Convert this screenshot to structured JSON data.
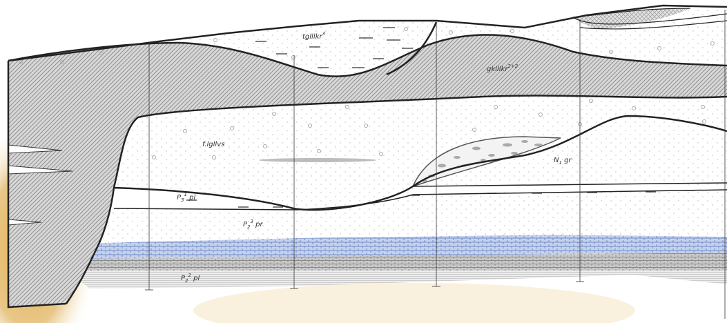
{
  "labels": {
    "tglllkr3": {
      "base": "tglllkr",
      "sup": "3"
    },
    "gklllkr": {
      "base": "gklllkr",
      "sup": "2+2"
    },
    "fglllvs": {
      "base": "f.lgllvs"
    },
    "n1gr": {
      "base": "N",
      "sub": "1",
      "tail": " gr"
    },
    "p31pl": {
      "base": "P",
      "sub": "3",
      "sup": "1",
      "tail": " pl"
    },
    "p23pr": {
      "base": "P",
      "sub": "2",
      "sup": "3",
      "tail": " pr"
    },
    "p22pl": {
      "base": "P",
      "sub": "2",
      "sup": "2",
      "tail": " pl"
    }
  },
  "colors": {
    "contact": "#222222",
    "hatch": "#8f8f8f",
    "limestone_blue": "#6f8ac8",
    "gray_band": "#8b8b8b",
    "pebble": "#a9a9a9",
    "shale_dash": "#333333",
    "background_photo": "#d9a23a"
  }
}
